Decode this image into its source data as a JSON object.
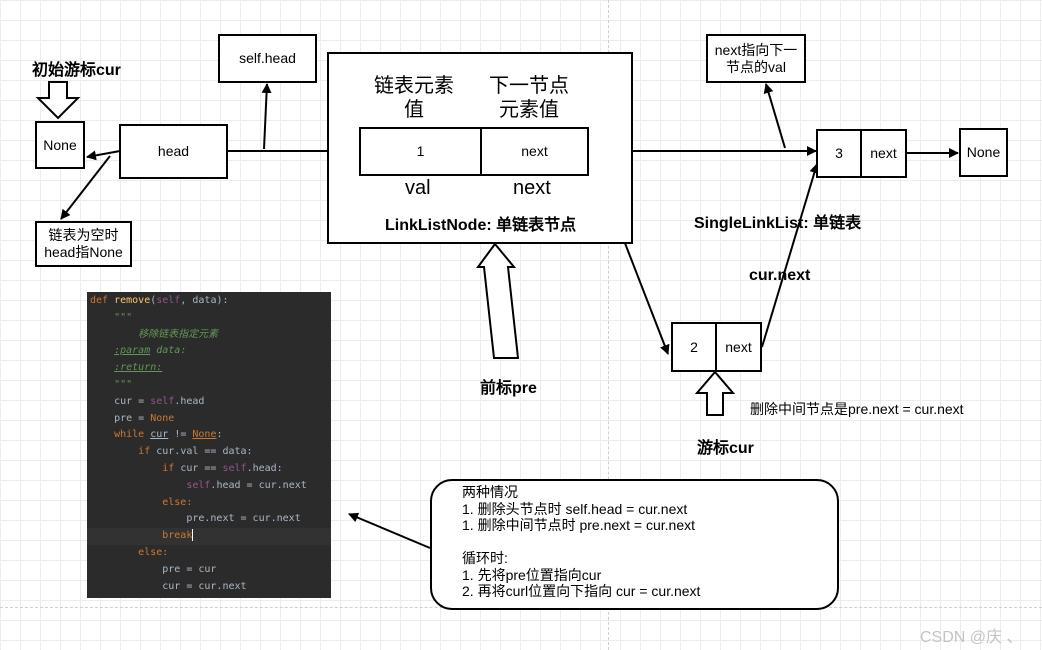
{
  "head_none": "None",
  "head_box": "head",
  "self_head_box": "self.head",
  "init_cursor_label": "初始游标cur",
  "empty_note": [
    "链表为空时",
    "head指None"
  ],
  "node_struct": {
    "header_value": [
      "链表元素",
      "值"
    ],
    "header_next": [
      "下一节点",
      "元素值"
    ],
    "cell_value": "1",
    "cell_next": "next",
    "under_value": "val",
    "under_next": "next",
    "caption": "LinkListNode: 单链表节点"
  },
  "pre_label": "前标pre",
  "node3": {
    "value": "3",
    "next": "next"
  },
  "tail_none": "None",
  "next_note": [
    "next指向下一",
    "节点的val"
  ],
  "single_list_caption": "SingleLinkList: 单链表",
  "cur_next_label": "cur.next",
  "node2": {
    "value": "2",
    "next": "next"
  },
  "delete_middle_label": "删除中间节点是pre.next = cur.next",
  "cursor_label": "游标cur",
  "summary": [
    "两种情况",
    "1. 删除头节点时 self.head = cur.next",
    "1. 删除中间节点时 pre.next = cur.next",
    "",
    "循环时:",
    "1. 先将pre位置指向cur",
    "2. 再将curl位置向下指向 cur = cur.next"
  ],
  "code": {
    "def": "def",
    "fname": "remove",
    "params_self": "self",
    "params_rest": ", data):",
    "docq": "\"\"\"",
    "doc_text": "移除链表指定元素",
    "param_tag": ":param",
    "param_name": " data:",
    "return_tag": ":return:",
    "cur_assign": "cur = ",
    "self_kw": "self",
    "head_attr": ".head",
    "pre_assign": "pre = ",
    "none_kw": "None",
    "while_kw": "while",
    "while_cur": "cur",
    "while_ne": " != ",
    "while_colon": ":",
    "if_kw": "if",
    "cond1": " cur.val == data:",
    "cond2_a": " cur == ",
    "cond2_b": ".head:",
    "assign_head_b": ".head = cur.next",
    "else_kw": "else:",
    "pre_next": "pre.next = cur.next",
    "break_a": "brea",
    "break_b": "k",
    "pre_cur": "pre = cur",
    "cur_next": "cur = cur.next"
  },
  "watermark": "CSDN @庆 、"
}
